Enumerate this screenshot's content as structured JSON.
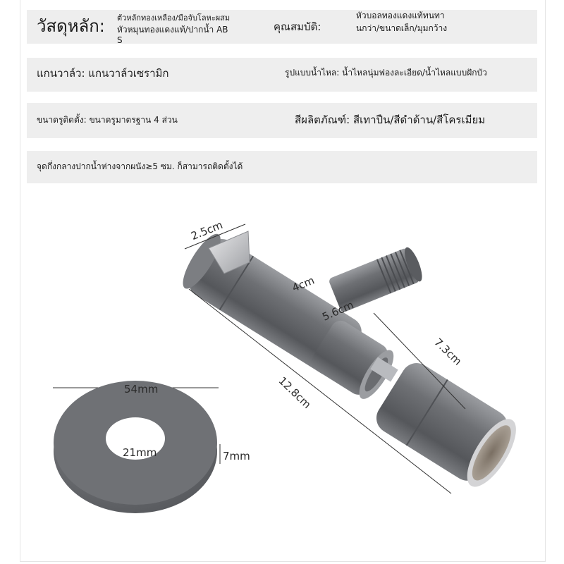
{
  "specs": {
    "material_label": "วัสดุหลัก:",
    "material_value_1": "ตัวหลักทองเหลือง/มือจับโลหะผสม",
    "material_value_2": "หัวหมุนทองแดงแท้/ปากน้ำ AB",
    "material_value_3": "S",
    "property_label": "คุณสมบัติ:",
    "property_value_1": "หัวบอลทองแดงแท้ทนทา",
    "property_value_2": "นกว่า/ขนาดเล็ก/มุมกว้าง",
    "valve_core": "แกนวาล์ว: แกนวาล์วเซรามิก",
    "flow_pattern": "รูปแบบน้ำไหล: น้ำไหลนุ่มฟองละเอียด/น้ำไหลแบบฝักบัว",
    "install_size": "ขนาดรูติดตั้ง: ขนาดรูมาตรฐาน 4 ส่วน",
    "colors": "สีผลิตภัณฑ์: สีเทาปืน/สีดำด้าน/สีโครเมียม",
    "install_note": "จุดกึ่งกลางปากน้ำห่างจากผนัง≥5 ซม. ก็สามารถติดตั้งได้"
  },
  "dimensions": {
    "handle_width": "2.5cm",
    "body_segment": "4cm",
    "body_length": "5.6cm",
    "outlet_length": "7.3cm",
    "total_length": "12.8cm",
    "flange_diameter": "54mm",
    "flange_hole": "21mm",
    "flange_thickness": "7mm"
  },
  "colors": {
    "row_bg": "#eeeeee",
    "metal": "#6f7175",
    "metal_dark": "#4e5054"
  }
}
